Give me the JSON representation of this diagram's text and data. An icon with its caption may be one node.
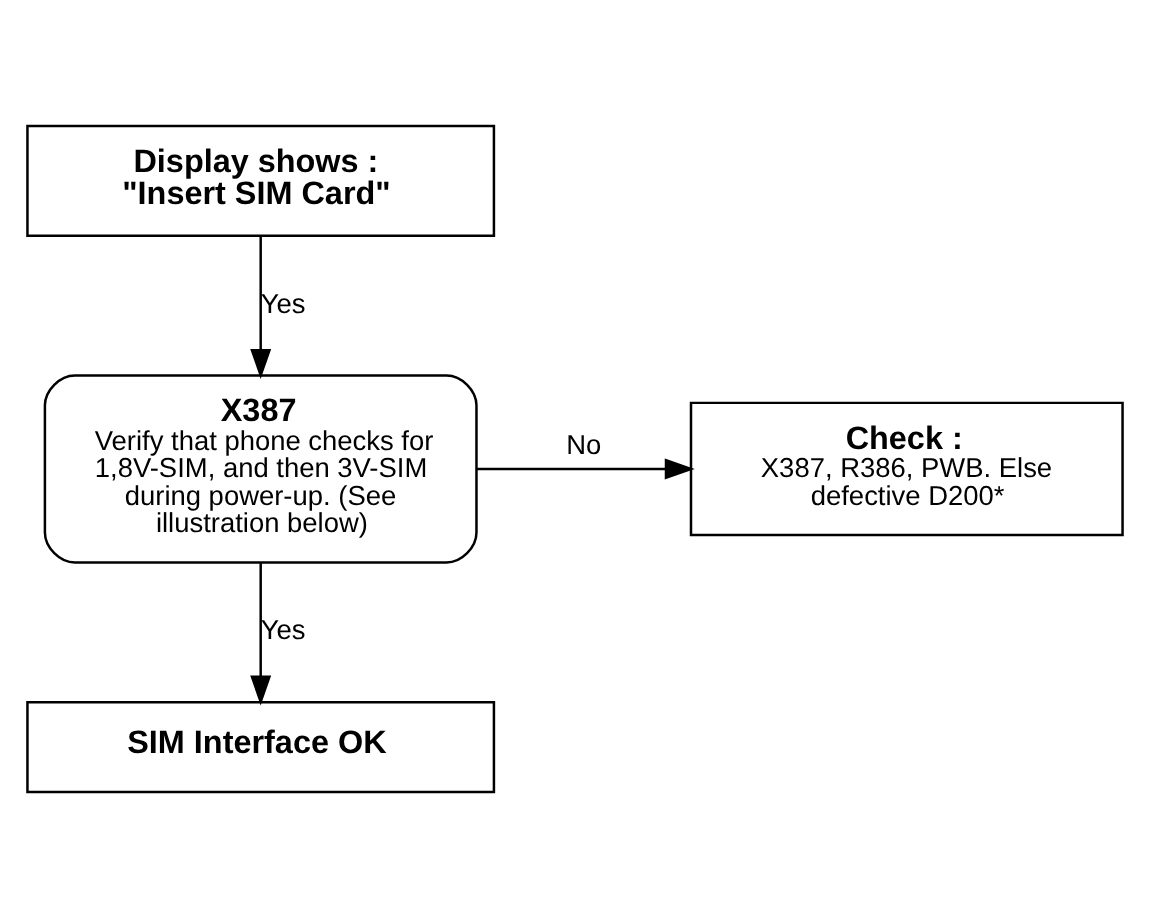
{
  "diagram": {
    "nodes": [
      {
        "text": [
          "Display shows : \"Insert SIM Card\""
        ]
      },
      {
        "text": [
          "X387",
          "Verify that phone checks for 1,8V-SIM, and then 3V-SIM during power-up. (See illustration below)"
        ]
      },
      {
        "text": [
          "Check :",
          "X387, R386, PWB. Else defective D200*"
        ]
      },
      {
        "text": [
          "SIM Interface OK"
        ]
      }
    ],
    "edges": [
      {
        "from": 0,
        "to": 1,
        "arrow": "to",
        "label": "Yes"
      },
      {
        "from": 1,
        "to": 2,
        "arrow": "to",
        "label": "No"
      },
      {
        "from": 1,
        "to": 3,
        "arrow": "to",
        "label": "Yes"
      }
    ]
  }
}
